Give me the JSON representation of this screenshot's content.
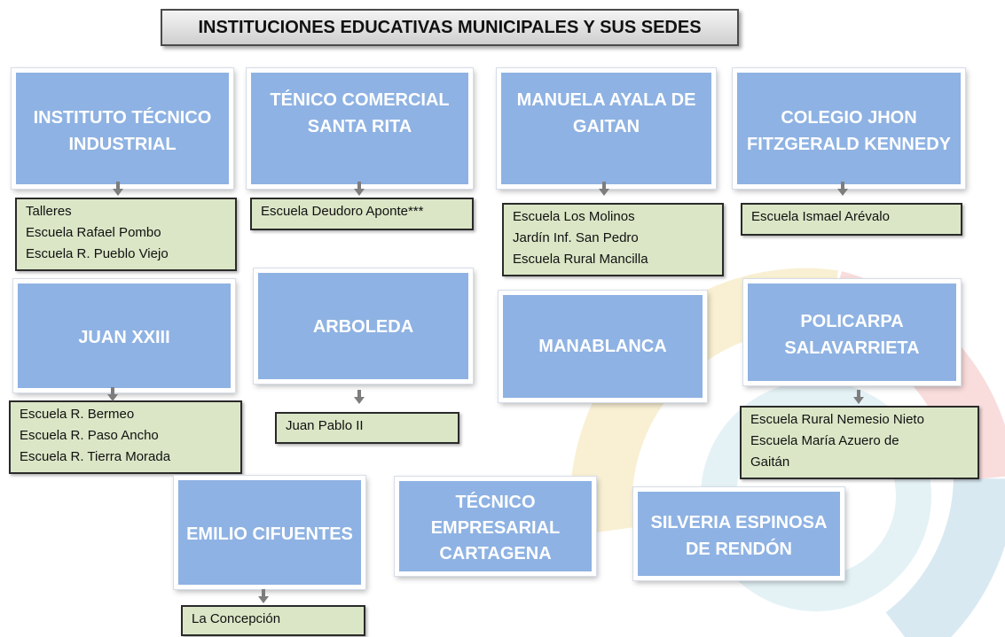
{
  "title": "INSTITUCIONES EDUCATIVAS MUNICIPALES Y SUS SEDES",
  "institutions": [
    {
      "name_lines": [
        "INSTITUTO TÉCNICO",
        "INDUSTRIAL"
      ],
      "sedes": [
        "Talleres",
        "Escuela Rafael Pombo",
        "Escuela R. Pueblo Viejo"
      ]
    },
    {
      "name_lines": [
        "TÉNICO COMERCIAL",
        "SANTA RITA"
      ],
      "sedes": [
        "Escuela Deudoro Aponte***"
      ]
    },
    {
      "name_lines": [
        "MANUELA AYALA DE",
        "GAITAN"
      ],
      "sedes": [
        "Escuela Los Molinos",
        "Jardín Inf. San Pedro",
        "Escuela Rural Mancilla"
      ]
    },
    {
      "name_lines": [
        "COLEGIO JHON",
        "FITZGERALD KENNEDY"
      ],
      "sedes": [
        "Escuela Ismael Arévalo"
      ]
    },
    {
      "name_lines": [
        "JUAN XXIII"
      ],
      "sedes": [
        "Escuela R. Bermeo",
        "Escuela R. Paso Ancho",
        "Escuela R. Tierra Morada"
      ]
    },
    {
      "name_lines": [
        "ARBOLEDA"
      ],
      "sedes": [
        "Juan Pablo II"
      ]
    },
    {
      "name_lines": [
        "MANABLANCA"
      ],
      "sedes": []
    },
    {
      "name_lines": [
        "POLICARPA",
        "SALAVARRIETA"
      ],
      "sedes": [
        "Escuela Rural Nemesio Nieto",
        "Escuela María Azuero de",
        "Gaitán"
      ]
    },
    {
      "name_lines": [
        "EMILIO CIFUENTES"
      ],
      "sedes": [
        "La Concepción"
      ]
    },
    {
      "name_lines": [
        "TÉCNICO",
        "EMPRESARIAL",
        "CARTAGENA"
      ],
      "sedes": []
    },
    {
      "name_lines": [
        "SILVERIA ESPINOSA",
        "DE RENDÓN"
      ],
      "sedes": []
    }
  ]
}
